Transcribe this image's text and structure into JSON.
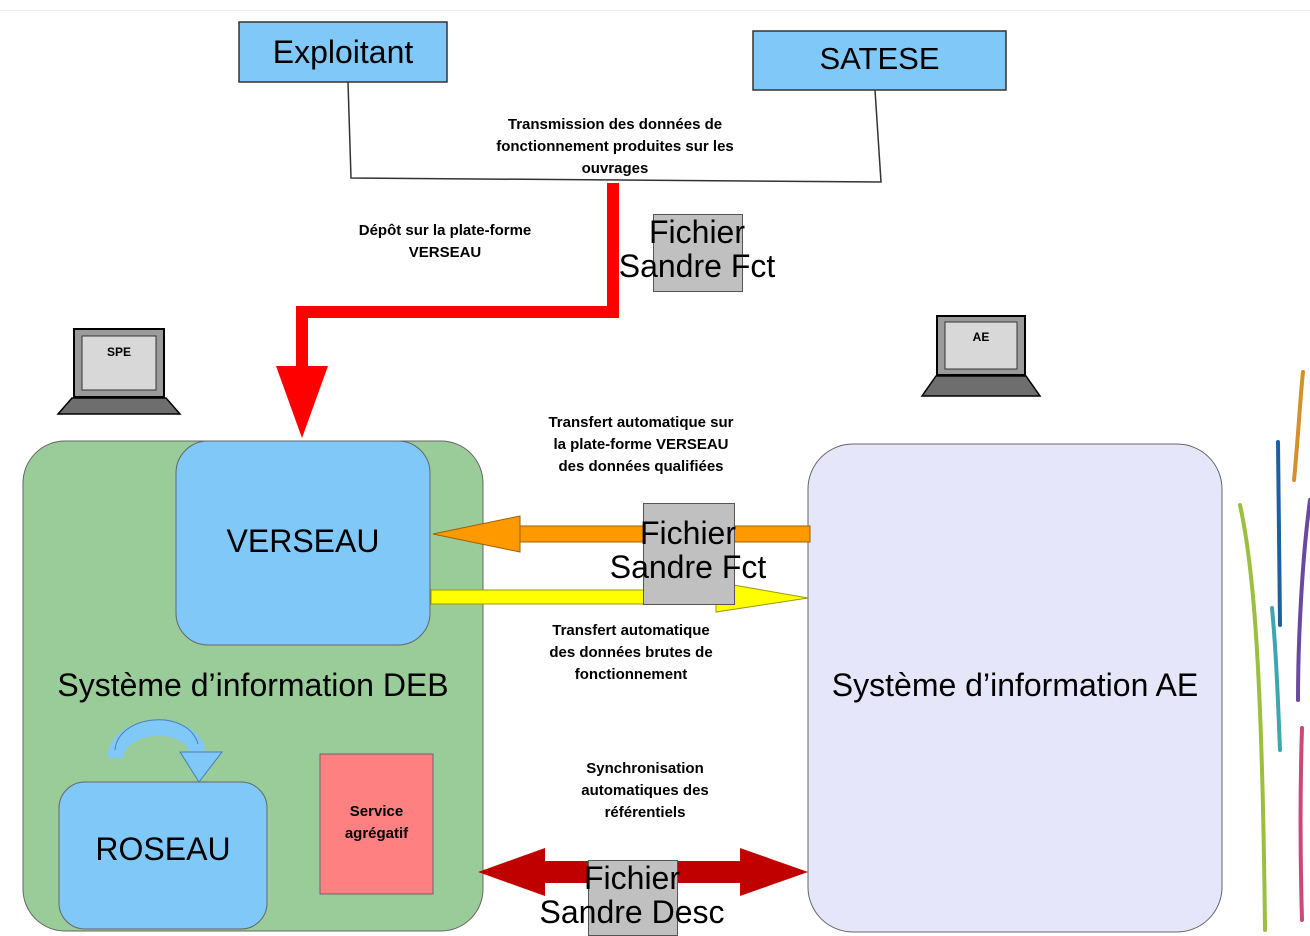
{
  "exploitant": "Exploitant",
  "satese": "SATESE",
  "transmission": [
    "Transmission des données de",
    "fonctionnement produites sur les",
    "ouvrages"
  ],
  "depot": [
    "Dépôt sur la plate-forme",
    "VERSEAU"
  ],
  "fichier_fct_top": [
    "Fichier",
    "Sandre Fct"
  ],
  "laptop_spe": "SPE",
  "laptop_ae": "AE",
  "transfert_qualifiees": [
    "Transfert automatique sur",
    "la plate-forme VERSEAU",
    "des données qualifiées"
  ],
  "fichier_fct_mid": [
    "Fichier",
    "Sandre Fct"
  ],
  "transfert_brutes": [
    "Transfert automatique",
    "des données brutes de",
    "fonctionnement"
  ],
  "verseau": "VERSEAU",
  "si_deb": "Système d’information DEB",
  "si_ae": "Système d’information AE",
  "roseau": "ROSEAU",
  "service": [
    "Service",
    "agrégatif"
  ],
  "synchronisation": [
    "Synchronisation",
    "automatiques des",
    "référentiels"
  ],
  "fichier_desc": [
    "Fichier",
    "Sandre Desc"
  ],
  "colors": {
    "actor_box": "#80c8f8",
    "deb_system": "#99cc99",
    "ae_system": "#e6e6fa",
    "service_box": "#ff8080",
    "red_arrow": "#ff0000",
    "orange_arrow": "#ff9900",
    "yellow_arrow": "#ffff00",
    "dark_red_arrow": "#c00000"
  }
}
